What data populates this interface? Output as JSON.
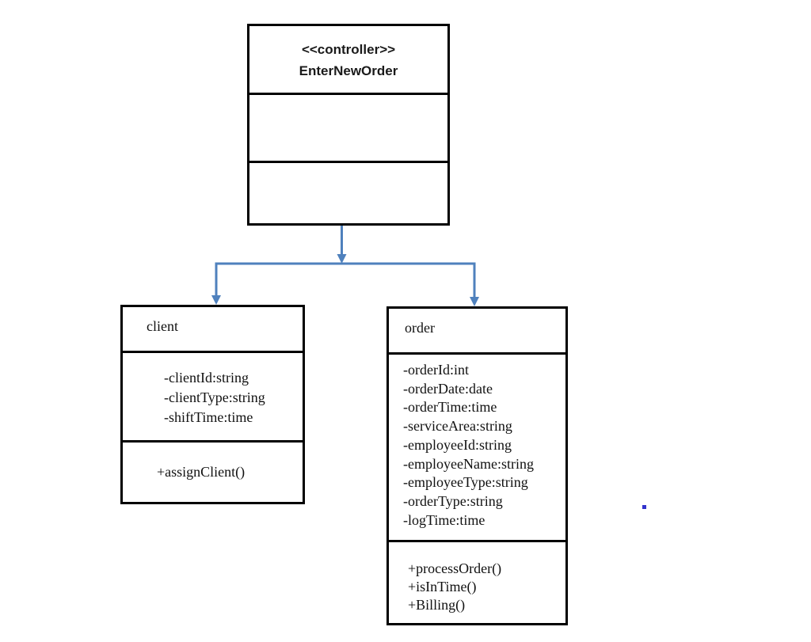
{
  "diagram_type": "uml-class-diagram",
  "background_color": "#ffffff",
  "border_color": "#000000",
  "connector": {
    "color": "#4f81bd",
    "style": "directed-association-arrows"
  },
  "controller": {
    "stereotype": "<<controller>>",
    "name": "EnterNewOrder"
  },
  "classes": [
    {
      "name": "client",
      "attributes": [
        "-clientId:string",
        "-clientType:string",
        "-shiftTime:time"
      ],
      "operations": [
        "+assignClient()"
      ]
    },
    {
      "name": "order",
      "attributes": [
        "-orderId:int",
        "-orderDate:date",
        "-orderTime:time",
        "-serviceArea:string",
        "-employeeId:string",
        "-employeeName:string",
        "-employeeType:string",
        "-orderType:string",
        "-logTime:time"
      ],
      "operations": [
        "+processOrder()",
        "+isInTime()",
        "+Billing()"
      ]
    }
  ],
  "stray_mark": {
    "color": "#3333cc"
  }
}
